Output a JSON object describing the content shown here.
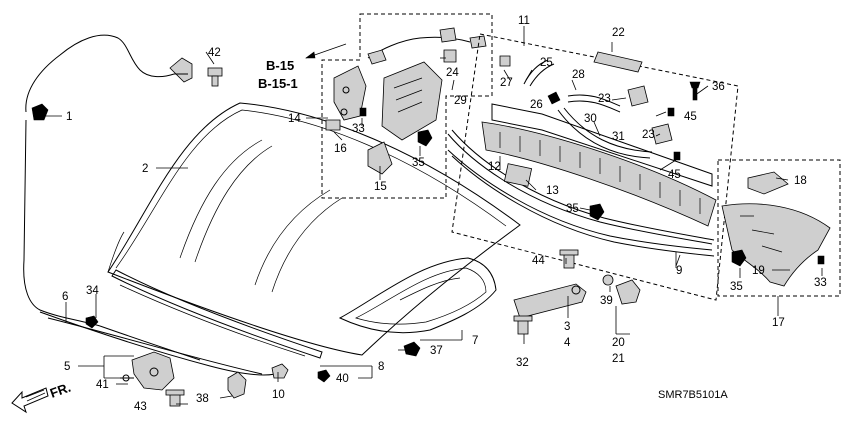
{
  "diagram": {
    "refs": [
      "B-15",
      "B-15-1"
    ],
    "code": "SMR7B5101A",
    "direction": "FR.",
    "callouts": [
      "1",
      "2",
      "3",
      "4",
      "5",
      "6",
      "7",
      "8",
      "9",
      "10",
      "11",
      "12",
      "13",
      "14",
      "15",
      "16",
      "17",
      "18",
      "19",
      "20",
      "21",
      "22",
      "23",
      "23",
      "24",
      "25",
      "26",
      "27",
      "28",
      "29",
      "30",
      "31",
      "32",
      "33",
      "33",
      "34",
      "35",
      "35",
      "35",
      "36",
      "37",
      "38",
      "39",
      "40",
      "41",
      "42",
      "43",
      "44",
      "45",
      "45"
    ]
  }
}
